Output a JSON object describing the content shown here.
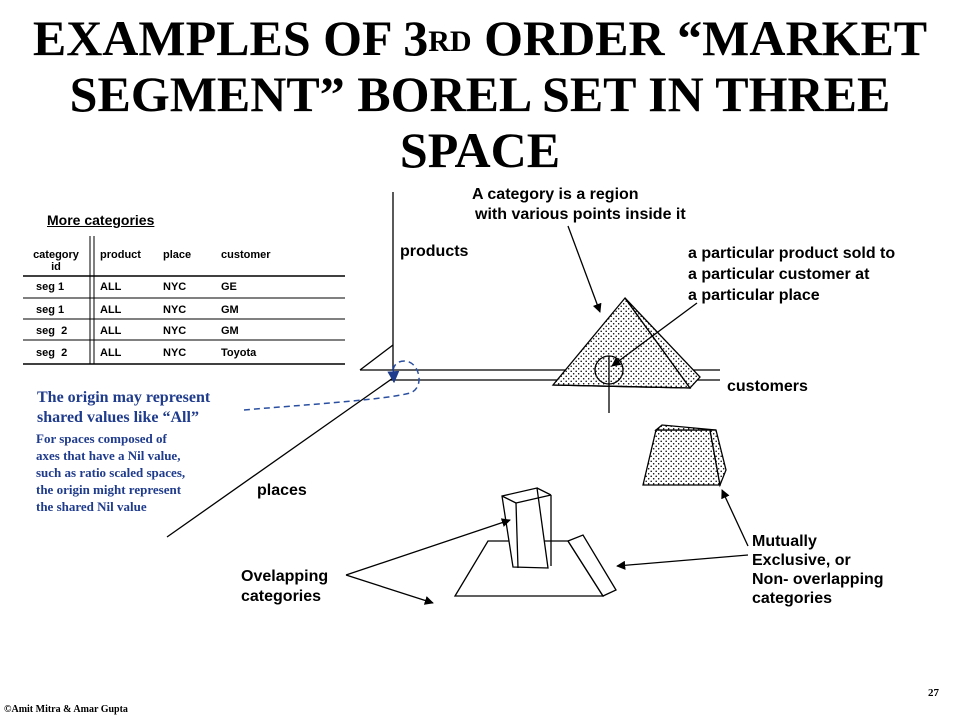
{
  "title": {
    "line1_prefix": "EXAMPLES OF 3",
    "line1_sup": "RD",
    "line1_suffix": " ORDER “MARKET",
    "line2": "SEGMENT” BOREL SET IN THREE",
    "line3": "SPACE"
  },
  "table": {
    "caption": "More categories",
    "headers": [
      "category id",
      "product",
      "place",
      "customer"
    ],
    "rows": [
      [
        "seg 1",
        "ALL",
        "NYC",
        "GE"
      ],
      [
        "seg 1",
        "ALL",
        "NYC",
        "GM"
      ],
      [
        "seg  2",
        "ALL",
        "NYC",
        "GM"
      ],
      [
        "seg  2",
        "ALL",
        "NYC",
        "Toyota"
      ]
    ]
  },
  "axes": {
    "products": "products",
    "customers": "customers",
    "places": "places"
  },
  "annotations": {
    "category_region": [
      "A category is a region",
      "with various points inside it"
    ],
    "particular_point": [
      "a particular product sold to",
      "a particular customer at",
      "a particular place"
    ],
    "origin_main": [
      "The origin may represent",
      "shared values like “All”"
    ],
    "origin_nil": [
      "For spaces composed of",
      "axes that have a Nil value,",
      "such as ratio scaled spaces,",
      "the origin might represent",
      "the shared Nil value"
    ],
    "overlapping": [
      "Ovelapping",
      "categories"
    ],
    "exclusive": [
      "Mutually",
      "Exclusive, or",
      "Non- overlapping",
      "categories"
    ]
  },
  "footer": {
    "page_number": "27",
    "copyright": "©Amit Mitra & Amar Gupta"
  },
  "colors": {
    "annotation_blue": "#1f3b8c",
    "dashed_blue": "#2a4fa0"
  }
}
